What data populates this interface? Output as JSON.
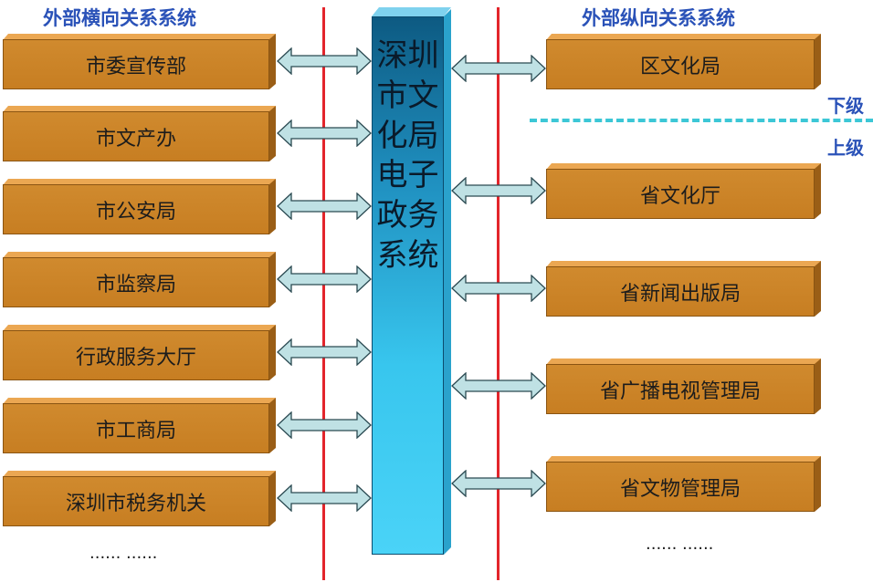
{
  "headings": {
    "left": "外部横向关系系统",
    "right": "外部纵向关系系统"
  },
  "center": {
    "title": "深圳市文化局电子政务系统"
  },
  "left_boxes": [
    "市委宣传部",
    "市文产办",
    "市公安局",
    "市监察局",
    "行政服务大厅",
    "市工商局",
    "深圳市税务机关"
  ],
  "right_boxes": [
    "区文化局",
    "省文化厅",
    "省新闻出版局",
    "省广播电视管理局",
    "省文物管理局"
  ],
  "ellipsis": {
    "left": "...... ......",
    "right": "...... ......"
  },
  "levels": {
    "lower": "下级",
    "upper": "上级"
  },
  "colors": {
    "box": "#c77e22",
    "red_line": "#e3252b",
    "heading": "#2a52b8",
    "center_column": "#38c6ee",
    "arrow": "#bfe1e4",
    "divider": "#3cc7d6"
  }
}
